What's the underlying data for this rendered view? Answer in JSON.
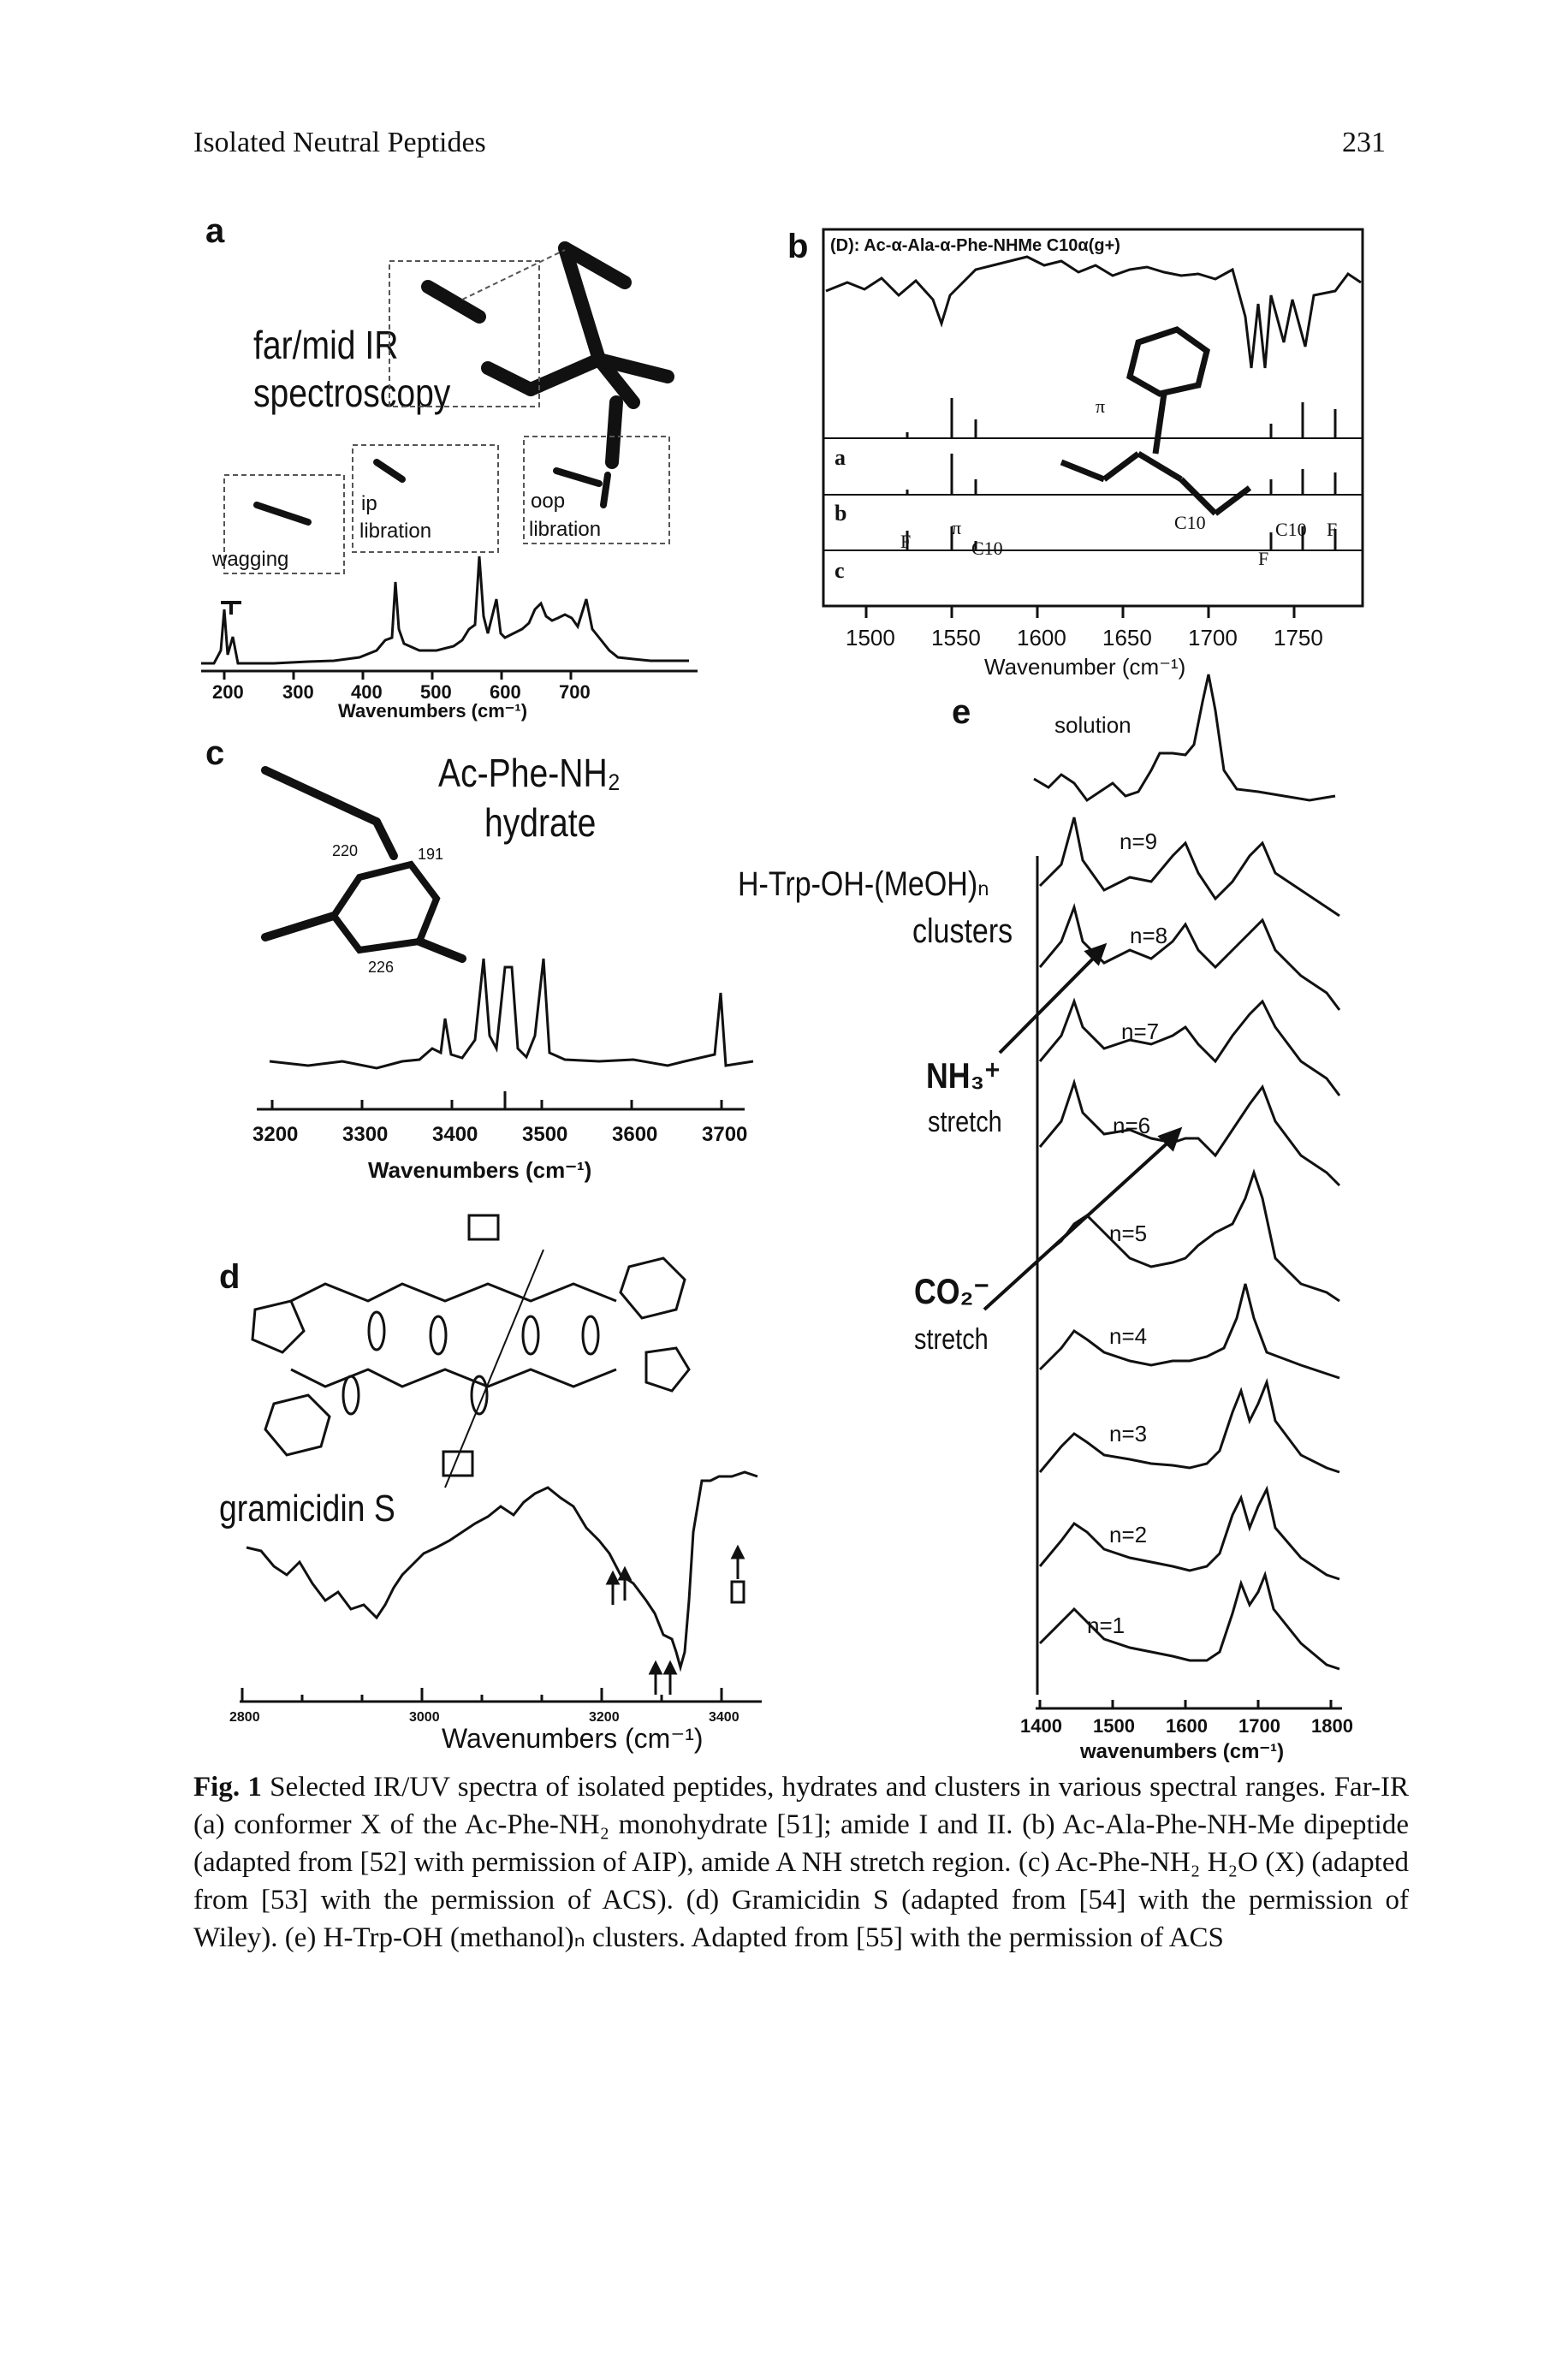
{
  "header": {
    "running_title": "Isolated Neutral Peptides",
    "page_number": "231"
  },
  "panels": {
    "a": {
      "letter": "a",
      "title_line1": "far/mid IR",
      "title_line2": "spectroscopy",
      "labels": [
        "wagging",
        "ip",
        "libration",
        "oop",
        "libration"
      ],
      "x_ticks": [
        "200",
        "300",
        "400",
        "500",
        "600",
        "700"
      ],
      "xlabel": "Wavenumbers (cm⁻¹)"
    },
    "b": {
      "letter": "b",
      "inset_title": "(D): Ac-α-Ala-α-Phe-NHMe C10α(g+)",
      "row_labels": [
        "a",
        "b",
        "c"
      ],
      "annotations": [
        "F",
        "π",
        "C10",
        "π",
        "C10",
        "C10",
        "F",
        "F"
      ],
      "x_ticks": [
        "1500",
        "1550",
        "1600",
        "1650",
        "1700",
        "1750"
      ],
      "xlabel": "Wavenumber (cm⁻¹)"
    },
    "c": {
      "letter": "c",
      "title_line1": "Ac-Phe-NH₂",
      "title_line2": "hydrate",
      "distances": [
        "220",
        "191",
        "226"
      ],
      "x_ticks": [
        "3200",
        "3300",
        "3400",
        "3500",
        "3600",
        "3700"
      ],
      "xlabel": "Wavenumbers (cm⁻¹)"
    },
    "d": {
      "letter": "d",
      "title": "gramicidin S",
      "x_ticks": [
        "2800",
        "3000",
        "3200",
        "3400"
      ],
      "xlabel": "Wavenumbers (cm⁻¹)"
    },
    "e": {
      "letter": "e",
      "top_label": "solution",
      "cluster_line1": "H-Trp-OH-(MeOH)ₙ",
      "cluster_line2": "clusters",
      "nh3_line1": "NH₃⁺",
      "nh3_line2": "stretch",
      "co2_line1": "CO₂⁻",
      "co2_line2": "stretch",
      "traces": [
        "n=9",
        "n=8",
        "n=7",
        "n=6",
        "n=5",
        "n=4",
        "n=3",
        "n=2",
        "n=1"
      ],
      "x_ticks": [
        "1400",
        "1500",
        "1600",
        "1700",
        "1800"
      ],
      "xlabel": "wavenumbers (cm⁻¹)"
    }
  },
  "caption": {
    "label": "Fig. 1",
    "text": " Selected IR/UV spectra of isolated peptides, hydrates and clusters in various spectral ranges. Far-IR (a) conformer X of the Ac-Phe-NH₂ monohydrate [51]; amide I and II. (b) Ac-Ala-Phe-NH-Me dipeptide (adapted from [52] with permission of AIP), amide A NH stretch region. (c) Ac-Phe-NH₂ H₂O (X) (adapted from [53] with the permission of ACS). (d) Gramicidin S (adapted from [54] with the permission of Wiley). (e) H-Trp-OH (methanol)ₙ clusters. Adapted from [55] with the permission of ACS"
  }
}
